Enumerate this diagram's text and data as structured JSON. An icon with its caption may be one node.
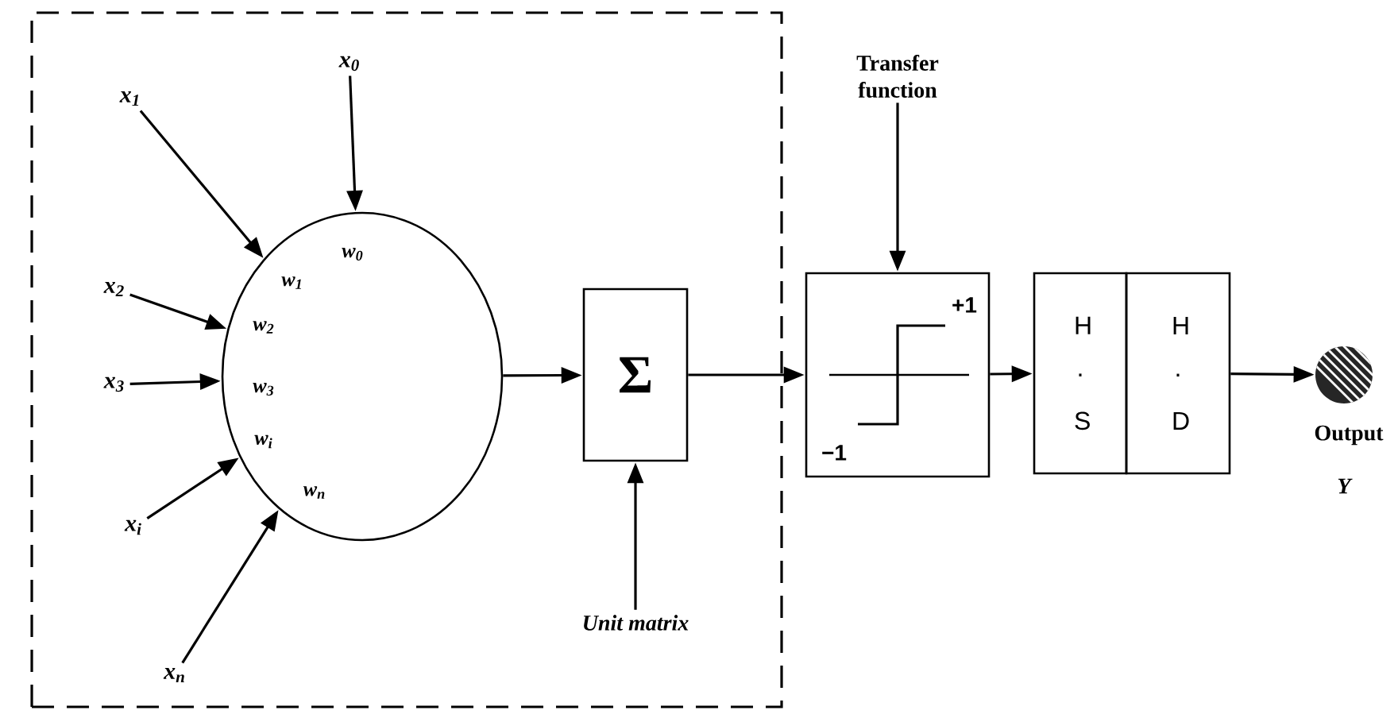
{
  "diagram": {
    "nodes": [
      {
        "text": [],
        "shape": "box"
      },
      {
        "text": [
          "w$_{0}$",
          "w$_{1}$",
          "w$_{2}$",
          "w$_{3}$",
          "w$_{i}$",
          "w$_{n}$"
        ],
        "in": 0
      },
      {
        "text": [
          "x$_{0}$"
        ],
        "in": 0
      },
      {
        "text": [
          "x$_{1}$"
        ],
        "in": 0
      },
      {
        "text": [
          "x$_{2}$"
        ],
        "in": 0
      },
      {
        "text": [
          "x$_{3}$"
        ],
        "in": 0
      },
      {
        "text": [
          "x$_{i}$"
        ],
        "in": 0
      },
      {
        "text": [
          "x$_{n}$"
        ],
        "in": 0
      },
      {
        "text": [
          "Σ"
        ],
        "in": 0
      },
      {
        "text": [
          "Unit matrix"
        ],
        "in": 0
      },
      {
        "text": [
          "Transfer function"
        ]
      },
      {
        "text": [
          "+1",
          "−1"
        ]
      },
      {
        "text": [
          "H · S"
        ]
      },
      {
        "text": [
          "H · D"
        ]
      },
      {
        "text": [],
        "shape": "circle",
        "beside": [
          "Output",
          "Y"
        ]
      }
    ],
    "edges": [
      {
        "from": 2,
        "to": 1,
        "arrow": "to"
      },
      {
        "from": 3,
        "to": 1,
        "arrow": "to"
      },
      {
        "from": 4,
        "to": 1,
        "arrow": "to"
      },
      {
        "from": 5,
        "to": 1,
        "arrow": "to"
      },
      {
        "from": 6,
        "to": 1,
        "arrow": "to"
      },
      {
        "from": 7,
        "to": 1,
        "arrow": "to"
      },
      {
        "from": 1,
        "to": 8,
        "arrow": "to"
      },
      {
        "from": 8,
        "to": 11,
        "arrow": "to"
      },
      {
        "from": 9,
        "to": 8,
        "arrow": "to"
      },
      {
        "from": 10,
        "to": 11,
        "arrow": "to"
      },
      {
        "from": 11,
        "to": 12,
        "arrow": "to"
      },
      {
        "from": 13,
        "to": 14,
        "arrow": "to"
      }
    ]
  }
}
